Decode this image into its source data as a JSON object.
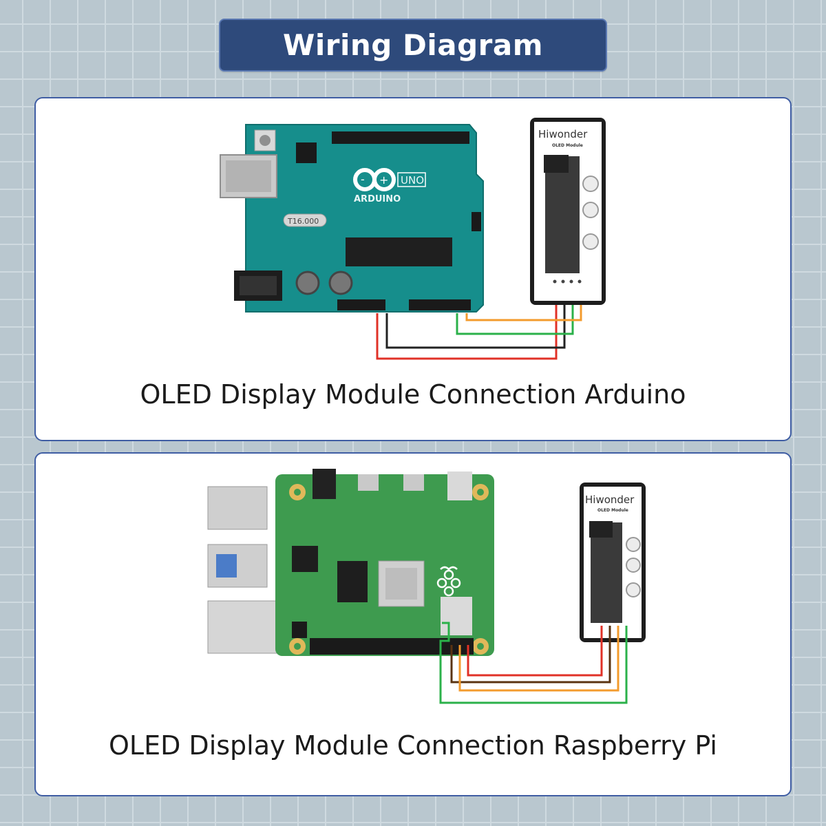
{
  "header": {
    "title": "Wiring Diagram"
  },
  "panels": [
    {
      "caption": "OLED Display Module Connection Arduino",
      "board": {
        "logo": "ARDUINO",
        "model": "UNO",
        "crystal": "T16.000"
      },
      "module": {
        "brand": "Hiwonder",
        "name": "OLED Module"
      },
      "wire_colors": [
        "#e03127",
        "#222222",
        "#2bb14a",
        "#f39b2d"
      ]
    },
    {
      "caption": "OLED Display Module Connection Raspberry Pi",
      "module": {
        "brand": "Hiwonder",
        "name": "OLED Module"
      },
      "wire_colors": [
        "#e03127",
        "#5a3311",
        "#f39b2d",
        "#2bb14a"
      ]
    }
  ]
}
